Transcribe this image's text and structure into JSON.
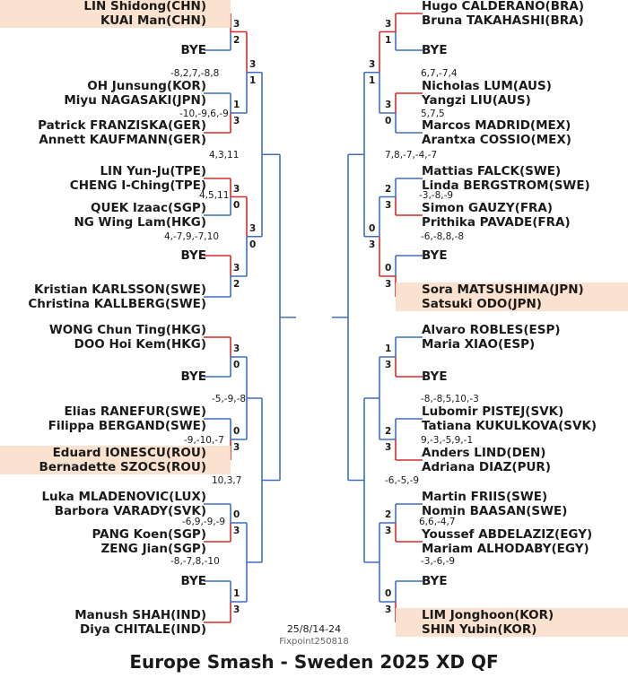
{
  "title": "Europe Smash - Sweden 2025 XD QF",
  "date": "25/8/14-24",
  "source": "Fixpoint250818",
  "colors": {
    "win": "#d62c2c",
    "loss": "#3f6fc2",
    "highlight": "#fbe1cf"
  },
  "left": {
    "slots": [
      {
        "p1": "LIN Shidong(CHN)",
        "p2": "KUAI Man(CHN)",
        "hl": true
      },
      {
        "bye": "BYE"
      },
      {
        "p1": "OH Junsung(KOR)",
        "p2": "Miyu NAGASAKI(JPN)"
      },
      {
        "p1": "Patrick FRANZISKA(GER)",
        "p2": "Annett KAUFMANN(GER)"
      },
      {
        "p1": "LIN Yun-Ju(TPE)",
        "p2": "CHENG I-Ching(TPE)"
      },
      {
        "p1": "QUEK Izaac(SGP)",
        "p2": "NG Wing Lam(HKG)"
      },
      {
        "bye": "BYE"
      },
      {
        "p1": "Kristian KARLSSON(SWE)",
        "p2": "Christina KALLBERG(SWE)"
      },
      {
        "p1": "WONG Chun Ting(HKG)",
        "p2": "DOO Hoi Kem(HKG)"
      },
      {
        "bye": "BYE"
      },
      {
        "p1": "Elias RANEFUR(SWE)",
        "p2": "Filippa BERGAND(SWE)"
      },
      {
        "p1": "Eduard IONESCU(ROU)",
        "p2": "Bernadette SZOCS(ROU)",
        "hl": true
      },
      {
        "p1": "Luka MLADENOVIC(LUX)",
        "p2": "Barbora VARADY(SVK)"
      },
      {
        "p1": "PANG Koen(SGP)",
        "p2": "ZENG Jian(SGP)"
      },
      {
        "bye": "BYE"
      },
      {
        "p1": "Manush SHAH(IND)",
        "p2": "Diya CHITALE(IND)"
      }
    ],
    "scores": [
      "-8,2,7,-8,8",
      "-10,-9,6,-9",
      "4,3,11",
      "4,5,11",
      "4,-7,9,-7,10",
      "-5,-9,-8",
      "-9,-10,-7",
      "10,3,7",
      "-6,9,-9,-9",
      "-8,-7,8,-10"
    ],
    "games": [
      "3",
      "2",
      "1",
      "3",
      "3",
      "0",
      "3",
      "2",
      "3",
      "0",
      "0",
      "3",
      "0",
      "3",
      "1",
      "3",
      "3",
      "1",
      "3",
      "0"
    ]
  },
  "right": {
    "slots": [
      {
        "p1": "Hugo CALDERANO(BRA)",
        "p2": "Bruna TAKAHASHI(BRA)"
      },
      {
        "bye": "BYE"
      },
      {
        "p1": "Nicholas LUM(AUS)",
        "p2": "Yangzi LIU(AUS)"
      },
      {
        "p1": "Marcos MADRID(MEX)",
        "p2": "Arantxa COSSIO(MEX)"
      },
      {
        "p1": "Mattias FALCK(SWE)",
        "p2": "Linda BERGSTROM(SWE)"
      },
      {
        "p1": "Simon GAUZY(FRA)",
        "p2": "Prithika PAVADE(FRA)"
      },
      {
        "bye": "BYE"
      },
      {
        "p1": "Sora MATSUSHIMA(JPN)",
        "p2": "Satsuki ODO(JPN)",
        "hl": true
      },
      {
        "p1": "Alvaro ROBLES(ESP)",
        "p2": "Maria XIAO(ESP)"
      },
      {
        "bye": "BYE"
      },
      {
        "p1": "Lubomir PISTEJ(SVK)",
        "p2": "Tatiana KUKULKOVA(SVK)"
      },
      {
        "p1": "Anders LIND(DEN)",
        "p2": "Adriana DIAZ(PUR)"
      },
      {
        "p1": "Martin FRIIS(SWE)",
        "p2": "Nomin BAASAN(SWE)"
      },
      {
        "p1": "Youssef ABDELAZIZ(EGY)",
        "p2": "Mariam ALHODABY(EGY)"
      },
      {
        "bye": "BYE"
      },
      {
        "p1": "LIM Jonghoon(KOR)",
        "p2": "SHIN Yubin(KOR)",
        "hl": true
      }
    ],
    "scores": [
      "6,7,-7,4",
      "5,7,5",
      "7,8,-7,-4,-7",
      "-3,-8,-9",
      "-6,-8,8,-8",
      "-8,-8,5,10,-3",
      "9,-3,-5,9,-1",
      "-6,-5,-9",
      "6,6,-4,7",
      "-3,-6,-9"
    ],
    "games": [
      "3",
      "1",
      "3",
      "0",
      "2",
      "3",
      "0",
      "3",
      "1",
      "3",
      "2",
      "3",
      "2",
      "3",
      "0",
      "3",
      "3",
      "1",
      "0",
      "3"
    ]
  }
}
